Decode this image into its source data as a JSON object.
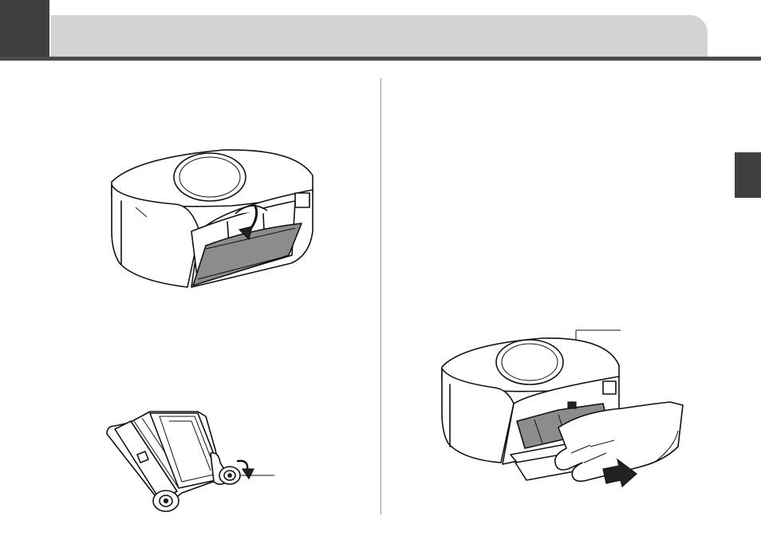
{
  "page": {
    "header": {
      "title": ""
    },
    "colors": {
      "header_dark": "#3f3f3f",
      "header_banner": "#d3d3d3",
      "rule": "#4a4a4a",
      "illustration_gray": "#8c8c8c"
    },
    "illustrations": [
      {
        "id": "printer-tray-open",
        "icon": "printer-with-tray-cover-open-icon"
      },
      {
        "id": "ink-ribbon-cassette",
        "icon": "ink-ribbon-cassette-icon"
      },
      {
        "id": "cassette-insertion",
        "icon": "hand-inserting-cassette-icon"
      }
    ]
  }
}
